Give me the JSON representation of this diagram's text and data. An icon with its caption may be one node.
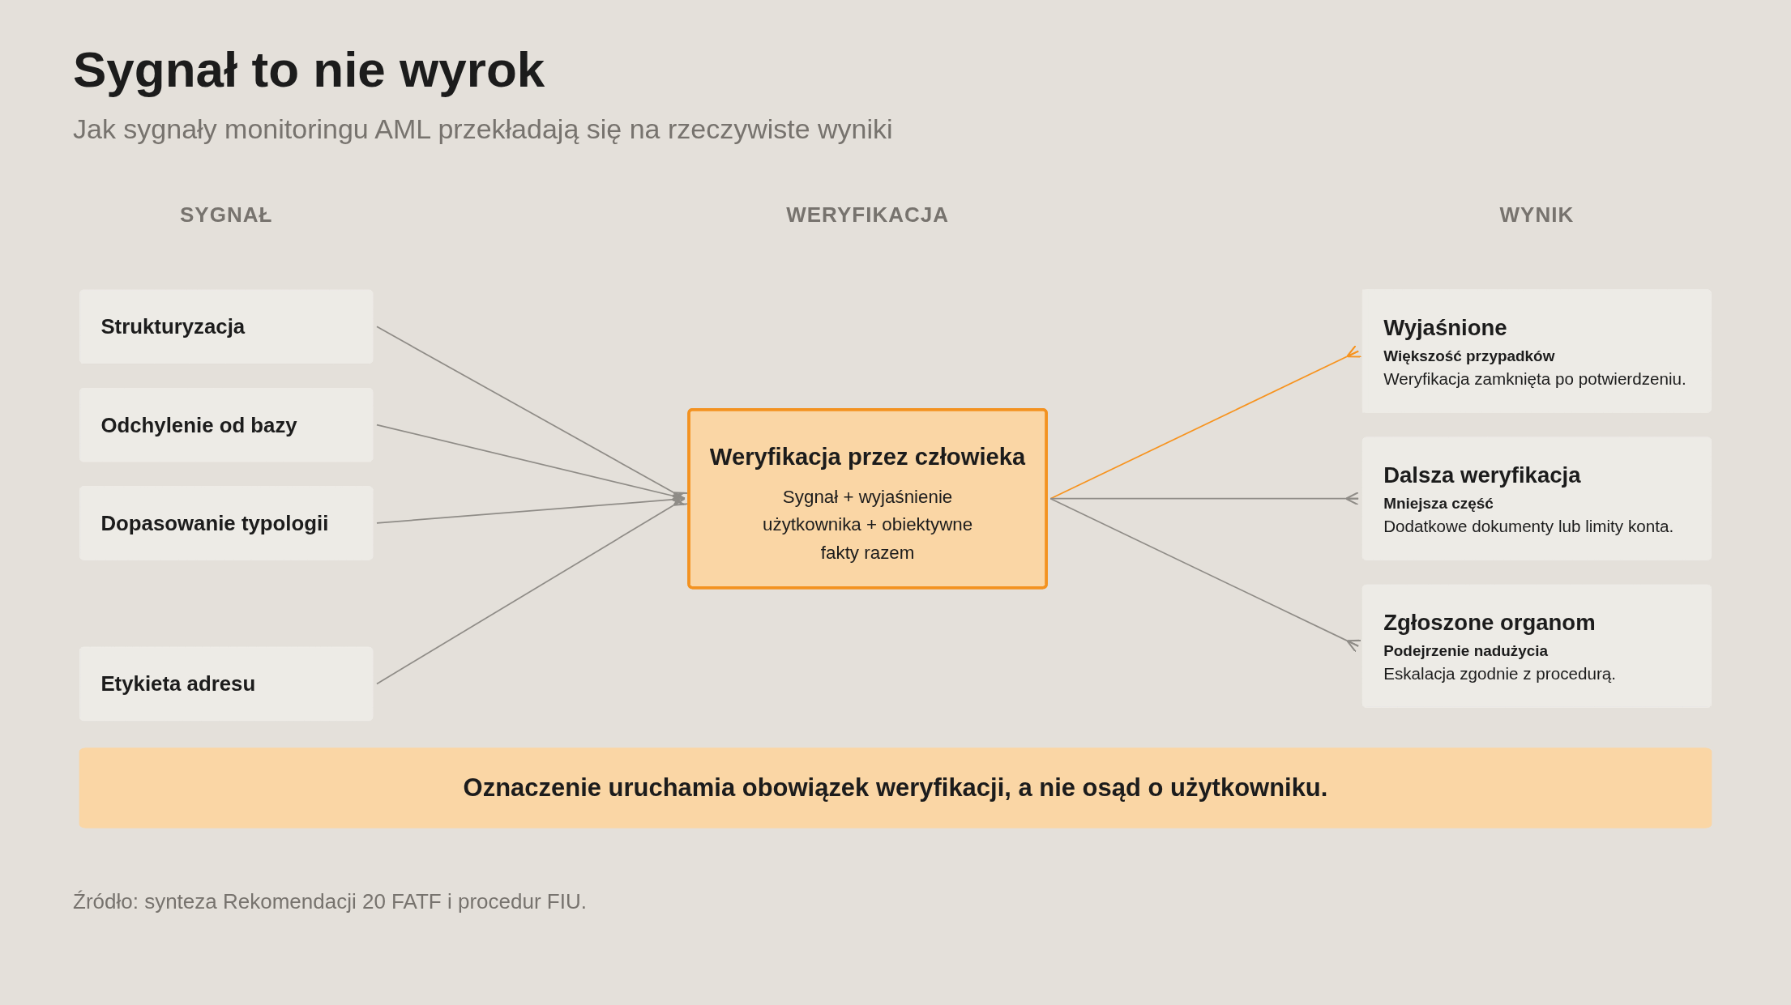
{
  "diagram": {
    "title": "Sygnał to nie wyrok",
    "caption": "Źródło: synteza Rekomendacji 20 FATF i procedur FIU.",
    "nodes": [
      {
        "text": [
          "Strukturyzacja"
        ]
      },
      {
        "text": [
          "Odchylenie od bazy"
        ]
      },
      {
        "text": [
          "Dopasowanie typologii"
        ]
      },
      {
        "text": [
          "Etykieta adresu"
        ]
      },
      {
        "text": [
          "Weryfikacja przez człowieka",
          "Sygnał + wyjaśnienie użytkownika + obiektywne fakty razem"
        ]
      },
      {
        "text": [
          "Wyjaśnione",
          "Większość przypadków",
          "Weryfikacja zamknięta po potwierdzeniu."
        ]
      },
      {
        "text": [
          "Dalsza weryfikacja",
          "Mniejsza część",
          "Dodatkowe dokumenty lub limity konta."
        ]
      },
      {
        "text": [
          "Zgłoszone organom",
          "Podejrzenie nadużycia",
          "Eskalacja zgodnie z procedurą."
        ]
      },
      {
        "text": [
          "Oznaczenie uruchamia obowiązek weryfikacji, a nie osąd o użytkowniku."
        ]
      }
    ],
    "edges": [
      {
        "from": 0,
        "to": 4,
        "arrow": "other"
      },
      {
        "from": 1,
        "to": 4,
        "arrow": "other"
      },
      {
        "from": 2,
        "to": 4,
        "arrow": "other"
      },
      {
        "from": 3,
        "to": 4,
        "arrow": "other"
      },
      {
        "from": 4,
        "to": 5,
        "arrow": "other",
        "color": "#f7931e"
      },
      {
        "from": 4,
        "to": 6,
        "arrow": "other"
      },
      {
        "from": 4,
        "to": 7,
        "arrow": "other"
      }
    ],
    "labels": [
      "Jak sygnały monitoringu AML przekładają się na rzeczywiste wyniki",
      "SYGNAŁ",
      "WERYFIKACJA",
      "WYNIK"
    ]
  }
}
